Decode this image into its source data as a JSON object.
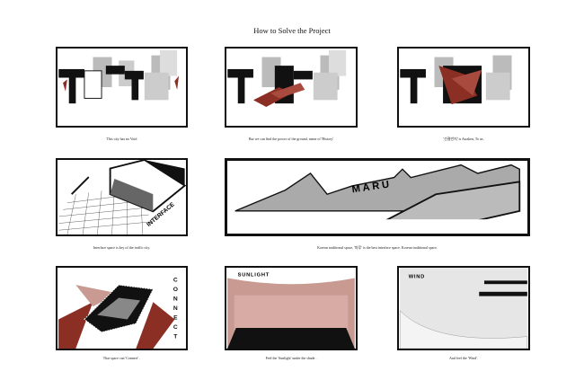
{
  "title": "How to Solve the Project",
  "panels": [
    {
      "caption": "This city has no Void"
    },
    {
      "caption": "But we can find the power of the ground, name of 'History'"
    },
    {
      "caption": "'선결반지' is Awaken, To us."
    },
    {
      "caption": "Interface space is key of the traffic city.",
      "label": "INTERFACE"
    },
    {
      "caption": "Korean traditional space, '마루' is the best interface space. Korean traditional space.",
      "label": "MARU"
    },
    {
      "caption": "That space can 'Connect' .",
      "label": "CONNECT"
    },
    {
      "caption": "Feel the 'Sunlight' under the shade .",
      "label": "SUNLIGHT"
    },
    {
      "caption": "And feel the 'Wind'.",
      "label": "WIND"
    }
  ],
  "colors": {
    "accent": "#8b2e24",
    "light_accent": "#c99a92",
    "grey": "#a8a8a8"
  }
}
